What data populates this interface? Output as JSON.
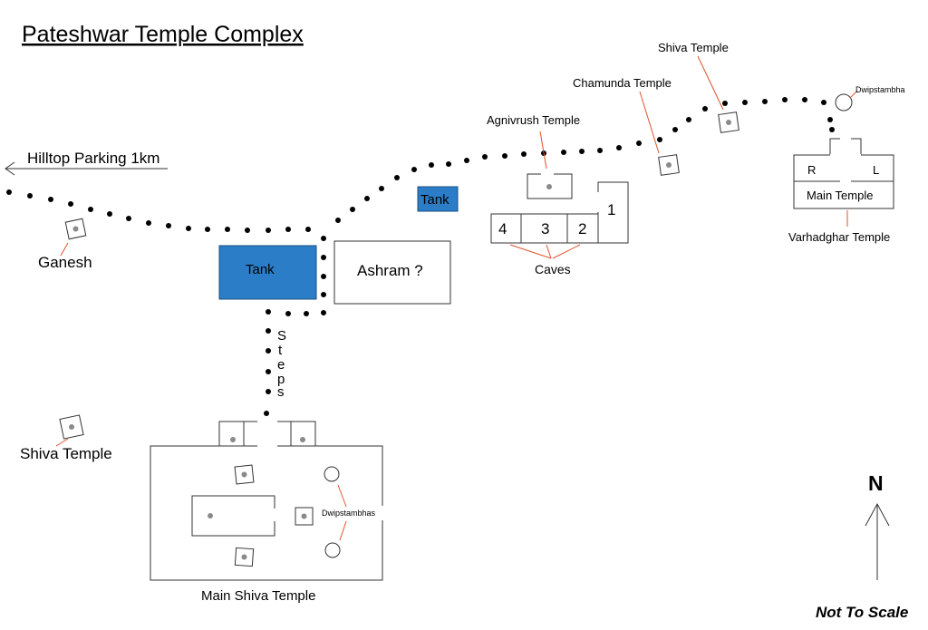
{
  "title": "Pateshwar Temple Complex",
  "compass": {
    "letter": "N"
  },
  "scale_note": "Not To Scale",
  "labels": {
    "hilltop_parking": "Hilltop Parking 1km",
    "ganesh": "Ganesh",
    "shiva_temple_left": "Shiva Temple",
    "tank_large": "Tank",
    "tank_small": "Tank",
    "ashram": "Ashram ?",
    "steps": [
      "S",
      "t",
      "e",
      "p",
      "s"
    ],
    "main_shiva_temple": "Main Shiva Temple",
    "dwipstambhas": "Dwipstambhas",
    "agnivrush_temple": "Agnivrush Temple",
    "caves": "Caves",
    "cave_numbers": [
      "4",
      "3",
      "2",
      "1"
    ],
    "chamunda_temple": "Chamunda Temple",
    "shiva_temple_top": "Shiva Temple",
    "dwipstambha": "Dwipstambha",
    "main_temple": "Main Temple",
    "main_temple_r": "R",
    "main_temple_l": "L",
    "varhadghar_temple": "Varhadghar Temple"
  },
  "colors": {
    "tank": "#2a7dc6",
    "leader_line": "#e0522a",
    "shrine_dot": "#8a8a8a",
    "path_dot": "#000000"
  }
}
